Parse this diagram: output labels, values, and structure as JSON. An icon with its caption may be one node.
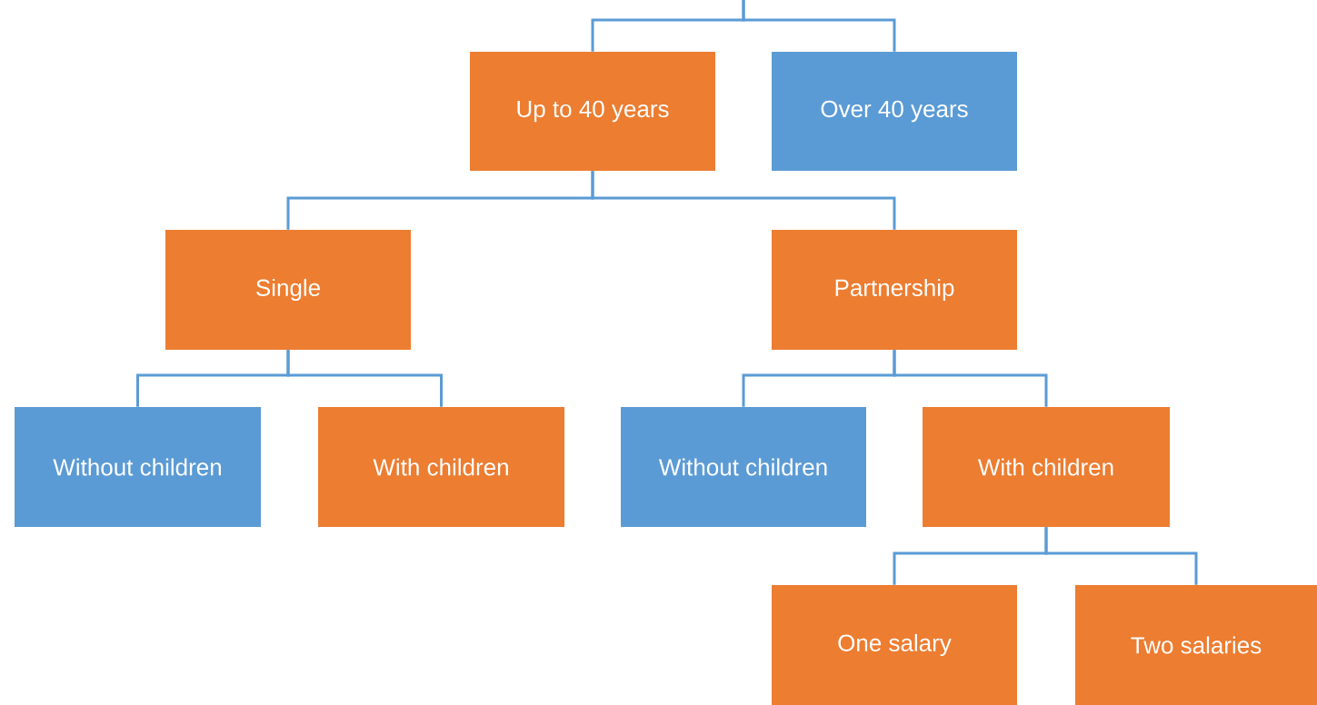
{
  "diagram": {
    "nodes": [
      {
        "text": [
          "Up to 40 years"
        ]
      },
      {
        "text": [
          "Over 40 years"
        ]
      },
      {
        "text": [
          "Single"
        ]
      },
      {
        "text": [
          "Partnership"
        ]
      },
      {
        "text": [
          "Without children"
        ]
      },
      {
        "text": [
          "With children"
        ]
      },
      {
        "text": [
          "Without children"
        ]
      },
      {
        "text": [
          "With children"
        ]
      },
      {
        "text": [
          "One salary"
        ]
      },
      {
        "text": [
          "Two salaries"
        ]
      }
    ],
    "edges": [
      {
        "from": null,
        "to": 0,
        "arrow": "none"
      },
      {
        "from": null,
        "to": 1,
        "arrow": "none"
      },
      {
        "from": 0,
        "to": 2,
        "arrow": "none"
      },
      {
        "from": 0,
        "to": 3,
        "arrow": "none"
      },
      {
        "from": 2,
        "to": 4,
        "arrow": "none"
      },
      {
        "from": 2,
        "to": 5,
        "arrow": "none"
      },
      {
        "from": 3,
        "to": 6,
        "arrow": "none"
      },
      {
        "from": 3,
        "to": 7,
        "arrow": "none"
      },
      {
        "from": 7,
        "to": 8,
        "arrow": "none"
      },
      {
        "from": 7,
        "to": 9,
        "arrow": "none"
      }
    ]
  }
}
